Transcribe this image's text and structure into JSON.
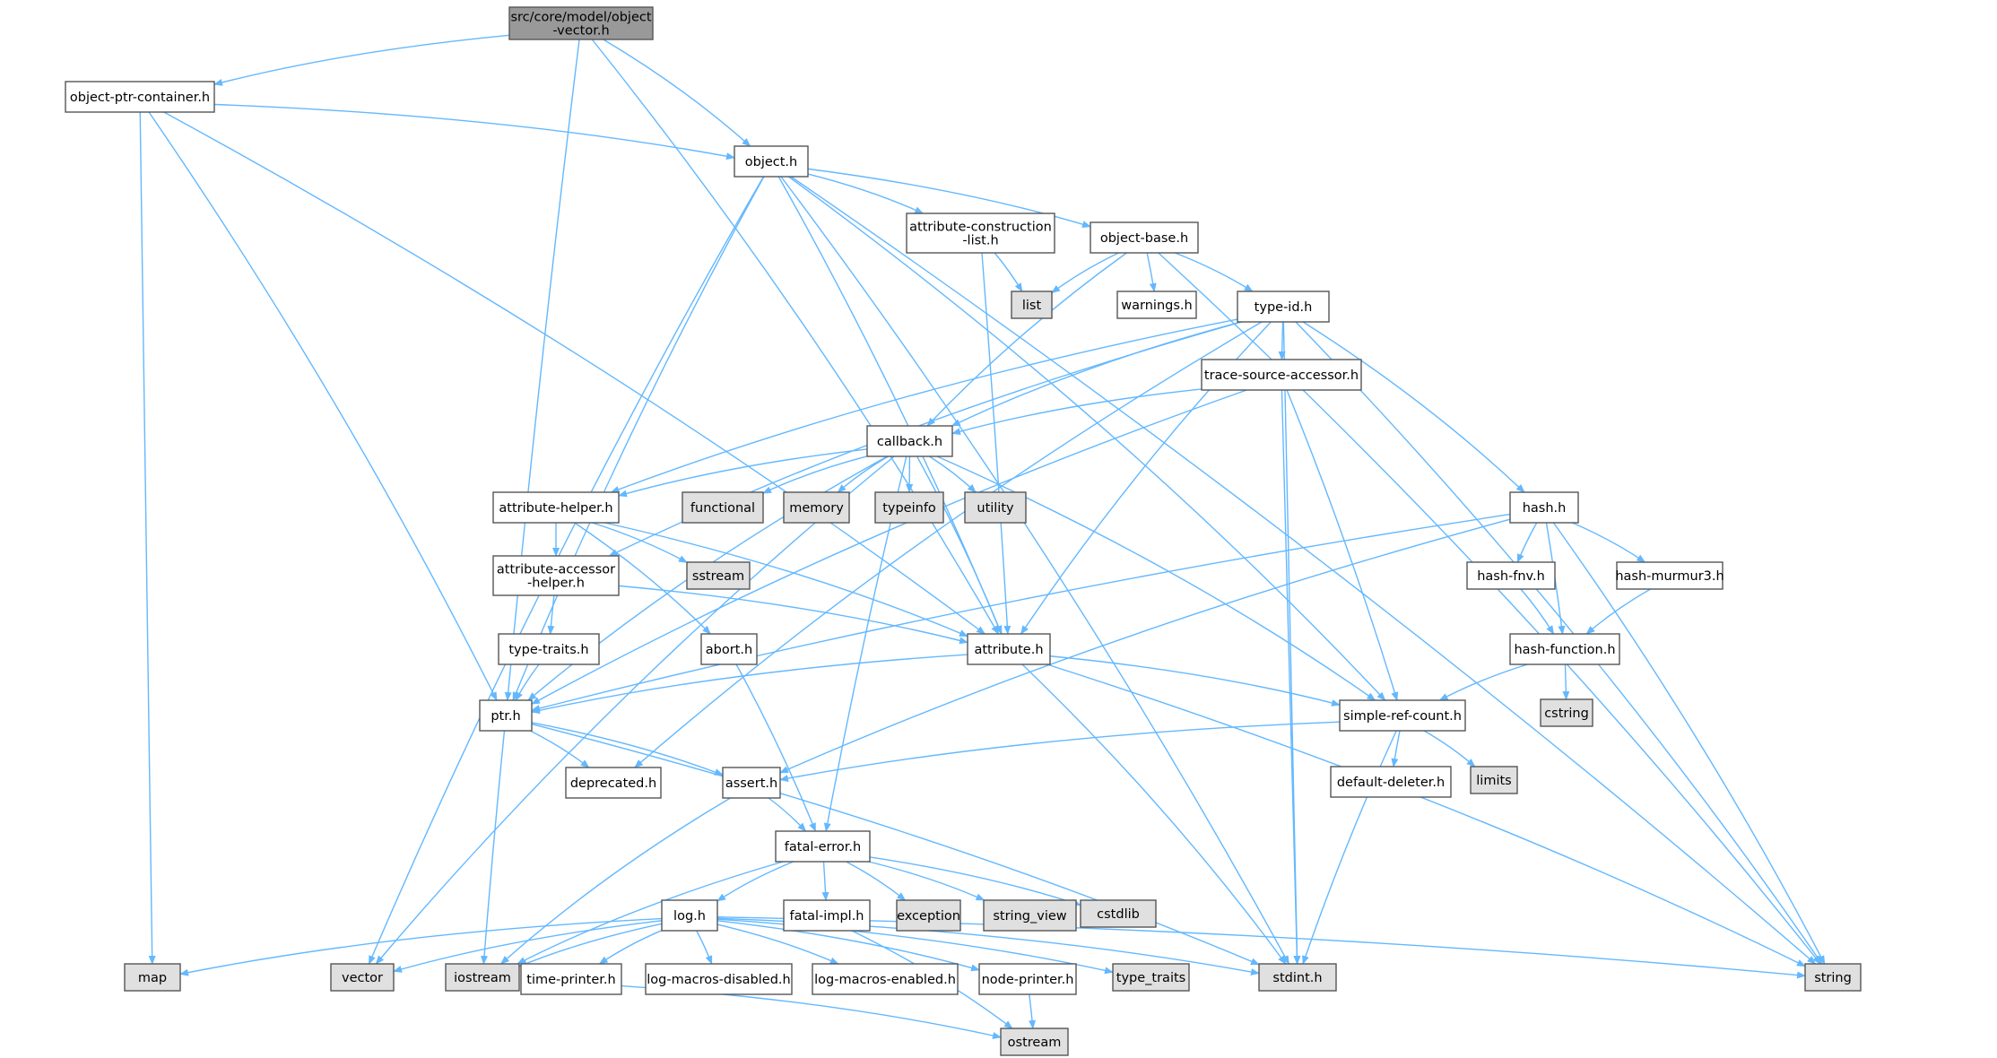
{
  "title": "src/core/model/object-vector.h include dependency graph",
  "colors": {
    "root_fill": "#999999",
    "file_fill": "#ffffff",
    "system_fill": "#e0e0e0",
    "border": "#555555",
    "edge": "#63b8ff"
  },
  "nodes": [
    {
      "id": "root",
      "lines": [
        "src/core/model/object",
        "-vector.h"
      ],
      "kind": "root"
    },
    {
      "id": "object_ptr_container",
      "lines": [
        "object-ptr-container.h"
      ],
      "kind": "file"
    },
    {
      "id": "object",
      "lines": [
        "object.h"
      ],
      "kind": "file"
    },
    {
      "id": "attr_constr_list",
      "lines": [
        "attribute-construction",
        "-list.h"
      ],
      "kind": "file"
    },
    {
      "id": "object_base",
      "lines": [
        "object-base.h"
      ],
      "kind": "file"
    },
    {
      "id": "list",
      "lines": [
        "list"
      ],
      "kind": "system"
    },
    {
      "id": "warnings",
      "lines": [
        "warnings.h"
      ],
      "kind": "file"
    },
    {
      "id": "type_id",
      "lines": [
        "type-id.h"
      ],
      "kind": "file"
    },
    {
      "id": "trace_source_accessor",
      "lines": [
        "trace-source-accessor.h"
      ],
      "kind": "file"
    },
    {
      "id": "callback",
      "lines": [
        "callback.h"
      ],
      "kind": "file"
    },
    {
      "id": "attribute_helper",
      "lines": [
        "attribute-helper.h"
      ],
      "kind": "file"
    },
    {
      "id": "functional",
      "lines": [
        "functional"
      ],
      "kind": "system"
    },
    {
      "id": "memory",
      "lines": [
        "memory"
      ],
      "kind": "system"
    },
    {
      "id": "typeinfo",
      "lines": [
        "typeinfo"
      ],
      "kind": "system"
    },
    {
      "id": "utility",
      "lines": [
        "utility"
      ],
      "kind": "system"
    },
    {
      "id": "hash",
      "lines": [
        "hash.h"
      ],
      "kind": "file"
    },
    {
      "id": "sstream",
      "lines": [
        "sstream"
      ],
      "kind": "system"
    },
    {
      "id": "attr_accessor_helper",
      "lines": [
        "attribute-accessor",
        "-helper.h"
      ],
      "kind": "file"
    },
    {
      "id": "hash_fnv",
      "lines": [
        "hash-fnv.h"
      ],
      "kind": "file"
    },
    {
      "id": "hash_murmur3",
      "lines": [
        "hash-murmur3.h"
      ],
      "kind": "file"
    },
    {
      "id": "type_traits_h",
      "lines": [
        "type-traits.h"
      ],
      "kind": "file"
    },
    {
      "id": "abort",
      "lines": [
        "abort.h"
      ],
      "kind": "file"
    },
    {
      "id": "attribute",
      "lines": [
        "attribute.h"
      ],
      "kind": "file"
    },
    {
      "id": "hash_function",
      "lines": [
        "hash-function.h"
      ],
      "kind": "file"
    },
    {
      "id": "ptr",
      "lines": [
        "ptr.h"
      ],
      "kind": "file"
    },
    {
      "id": "simple_ref_count",
      "lines": [
        "simple-ref-count.h"
      ],
      "kind": "file"
    },
    {
      "id": "cstring",
      "lines": [
        "cstring"
      ],
      "kind": "system"
    },
    {
      "id": "deprecated",
      "lines": [
        "deprecated.h"
      ],
      "kind": "file"
    },
    {
      "id": "assert",
      "lines": [
        "assert.h"
      ],
      "kind": "file"
    },
    {
      "id": "default_deleter",
      "lines": [
        "default-deleter.h"
      ],
      "kind": "file"
    },
    {
      "id": "limits",
      "lines": [
        "limits"
      ],
      "kind": "system"
    },
    {
      "id": "fatal_error",
      "lines": [
        "fatal-error.h"
      ],
      "kind": "file"
    },
    {
      "id": "log",
      "lines": [
        "log.h"
      ],
      "kind": "file"
    },
    {
      "id": "fatal_impl",
      "lines": [
        "fatal-impl.h"
      ],
      "kind": "file"
    },
    {
      "id": "exception",
      "lines": [
        "exception"
      ],
      "kind": "system"
    },
    {
      "id": "string_view",
      "lines": [
        "string_view"
      ],
      "kind": "system"
    },
    {
      "id": "cstdlib",
      "lines": [
        "cstdlib"
      ],
      "kind": "system"
    },
    {
      "id": "map",
      "lines": [
        "map"
      ],
      "kind": "system"
    },
    {
      "id": "vector",
      "lines": [
        "vector"
      ],
      "kind": "system"
    },
    {
      "id": "iostream",
      "lines": [
        "iostream"
      ],
      "kind": "system"
    },
    {
      "id": "time_printer",
      "lines": [
        "time-printer.h"
      ],
      "kind": "file"
    },
    {
      "id": "log_macros_disabled",
      "lines": [
        "log-macros-disabled.h"
      ],
      "kind": "file"
    },
    {
      "id": "log_macros_enabled",
      "lines": [
        "log-macros-enabled.h"
      ],
      "kind": "file"
    },
    {
      "id": "node_printer",
      "lines": [
        "node-printer.h"
      ],
      "kind": "file"
    },
    {
      "id": "type_traits_sys",
      "lines": [
        "type_traits"
      ],
      "kind": "system"
    },
    {
      "id": "stdint",
      "lines": [
        "stdint.h"
      ],
      "kind": "system"
    },
    {
      "id": "string",
      "lines": [
        "string"
      ],
      "kind": "system"
    },
    {
      "id": "ostream",
      "lines": [
        "ostream"
      ],
      "kind": "system"
    }
  ],
  "edges": [
    [
      "root",
      "object_ptr_container"
    ],
    [
      "root",
      "object"
    ],
    [
      "root",
      "attribute"
    ],
    [
      "root",
      "ptr"
    ],
    [
      "object_ptr_container",
      "object"
    ],
    [
      "object_ptr_container",
      "attribute"
    ],
    [
      "object_ptr_container",
      "ptr"
    ],
    [
      "object_ptr_container",
      "map"
    ],
    [
      "object",
      "attr_constr_list"
    ],
    [
      "object",
      "object_base"
    ],
    [
      "object",
      "attribute"
    ],
    [
      "object",
      "ptr"
    ],
    [
      "object",
      "simple_ref_count"
    ],
    [
      "object",
      "stdint"
    ],
    [
      "object",
      "string"
    ],
    [
      "object",
      "vector"
    ],
    [
      "attr_constr_list",
      "attribute"
    ],
    [
      "attr_constr_list",
      "list"
    ],
    [
      "object_base",
      "list"
    ],
    [
      "object_base",
      "warnings"
    ],
    [
      "object_base",
      "type_id"
    ],
    [
      "object_base",
      "callback"
    ],
    [
      "object_base",
      "string"
    ],
    [
      "type_id",
      "trace_source_accessor"
    ],
    [
      "type_id",
      "callback"
    ],
    [
      "type_id",
      "attribute_helper"
    ],
    [
      "type_id",
      "attr_accessor_helper"
    ],
    [
      "type_id",
      "attribute"
    ],
    [
      "type_id",
      "hash"
    ],
    [
      "type_id",
      "deprecated"
    ],
    [
      "type_id",
      "stdint"
    ],
    [
      "type_id",
      "string"
    ],
    [
      "trace_source_accessor",
      "callback"
    ],
    [
      "trace_source_accessor",
      "ptr"
    ],
    [
      "trace_source_accessor",
      "simple_ref_count"
    ],
    [
      "trace_source_accessor",
      "stdint"
    ],
    [
      "callback",
      "attribute"
    ],
    [
      "callback",
      "attribute_helper"
    ],
    [
      "callback",
      "fatal_error"
    ],
    [
      "callback",
      "ptr"
    ],
    [
      "callback",
      "simple_ref_count"
    ],
    [
      "callback",
      "functional"
    ],
    [
      "callback",
      "memory"
    ],
    [
      "callback",
      "typeinfo"
    ],
    [
      "callback",
      "utility"
    ],
    [
      "callback",
      "vector"
    ],
    [
      "attribute_helper",
      "abort"
    ],
    [
      "attribute_helper",
      "attribute"
    ],
    [
      "attribute_helper",
      "attr_accessor_helper"
    ],
    [
      "attribute_helper",
      "sstream"
    ],
    [
      "attr_accessor_helper",
      "attribute"
    ],
    [
      "attr_accessor_helper",
      "type_traits_h"
    ],
    [
      "type_traits_h",
      "ptr"
    ],
    [
      "abort",
      "fatal_error"
    ],
    [
      "attribute",
      "ptr"
    ],
    [
      "attribute",
      "simple_ref_count"
    ],
    [
      "attribute",
      "stdint"
    ],
    [
      "attribute",
      "string"
    ],
    [
      "hash",
      "hash_fnv"
    ],
    [
      "hash",
      "hash_murmur3"
    ],
    [
      "hash",
      "hash_function"
    ],
    [
      "hash",
      "assert"
    ],
    [
      "hash",
      "ptr"
    ],
    [
      "hash",
      "string"
    ],
    [
      "hash_fnv",
      "hash_function"
    ],
    [
      "hash_murmur3",
      "hash_function"
    ],
    [
      "hash_function",
      "simple_ref_count"
    ],
    [
      "hash_function",
      "cstring"
    ],
    [
      "simple_ref_count",
      "assert"
    ],
    [
      "simple_ref_count",
      "default_deleter"
    ],
    [
      "simple_ref_count",
      "limits"
    ],
    [
      "simple_ref_count",
      "stdint"
    ],
    [
      "ptr",
      "assert"
    ],
    [
      "ptr",
      "deprecated"
    ],
    [
      "ptr",
      "iostream"
    ],
    [
      "ptr",
      "stdint"
    ],
    [
      "assert",
      "fatal_error"
    ],
    [
      "assert",
      "iostream"
    ],
    [
      "fatal_error",
      "log"
    ],
    [
      "fatal_error",
      "fatal_impl"
    ],
    [
      "fatal_error",
      "exception"
    ],
    [
      "fatal_error",
      "string_view"
    ],
    [
      "fatal_error",
      "cstdlib"
    ],
    [
      "fatal_error",
      "iostream"
    ],
    [
      "fatal_impl",
      "ostream"
    ],
    [
      "log",
      "map"
    ],
    [
      "log",
      "vector"
    ],
    [
      "log",
      "iostream"
    ],
    [
      "log",
      "time_printer"
    ],
    [
      "log",
      "log_macros_disabled"
    ],
    [
      "log",
      "log_macros_enabled"
    ],
    [
      "log",
      "node_printer"
    ],
    [
      "log",
      "type_traits_sys"
    ],
    [
      "log",
      "stdint"
    ],
    [
      "log",
      "string"
    ],
    [
      "time_printer",
      "ostream"
    ],
    [
      "node_printer",
      "ostream"
    ]
  ]
}
